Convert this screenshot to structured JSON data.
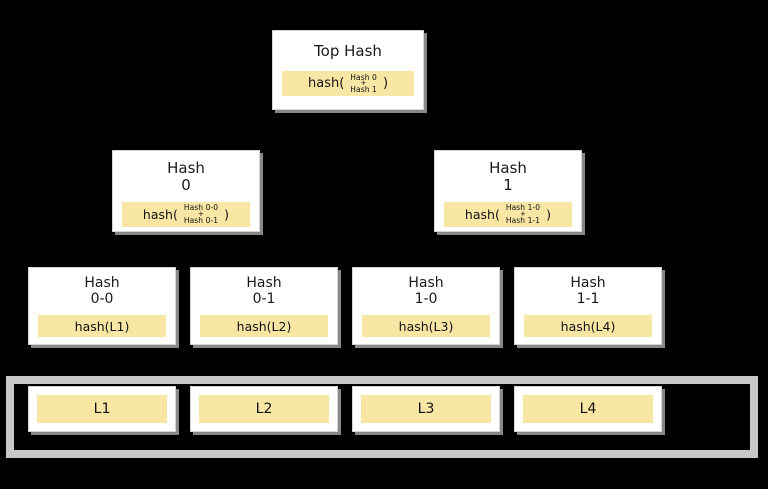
{
  "diagram": {
    "title": "Merkle tree (hash tree) diagram",
    "background_color": "#000000",
    "node_fill": "#ffffff",
    "formula_fill": "#f7e6a4",
    "container_border_color": "#c8c8c8",
    "shadow_color": "#888888"
  },
  "root": {
    "label": "Top Hash",
    "formula_prefix": "hash(",
    "formula_suffix": ")",
    "arg_top": "Hash 0",
    "arg_plus": "+",
    "arg_bottom": "Hash 1"
  },
  "level2": [
    {
      "label": "Hash\n0",
      "formula_prefix": "hash(",
      "formula_suffix": ")",
      "arg_top": "Hash 0-0",
      "arg_plus": "+",
      "arg_bottom": "Hash 0-1"
    },
    {
      "label": "Hash\n1",
      "formula_prefix": "hash(",
      "formula_suffix": ")",
      "arg_top": "Hash 1-0",
      "arg_plus": "+",
      "arg_bottom": "Hash 1-1"
    }
  ],
  "level3": [
    {
      "label": "Hash\n0-0",
      "formula": "hash(L1)"
    },
    {
      "label": "Hash\n0-1",
      "formula": "hash(L2)"
    },
    {
      "label": "Hash\n1-0",
      "formula": "hash(L3)"
    },
    {
      "label": "Hash\n1-1",
      "formula": "hash(L4)"
    }
  ],
  "data_blocks": [
    {
      "label": "L1"
    },
    {
      "label": "L2"
    },
    {
      "label": "L3"
    },
    {
      "label": "L4"
    }
  ]
}
